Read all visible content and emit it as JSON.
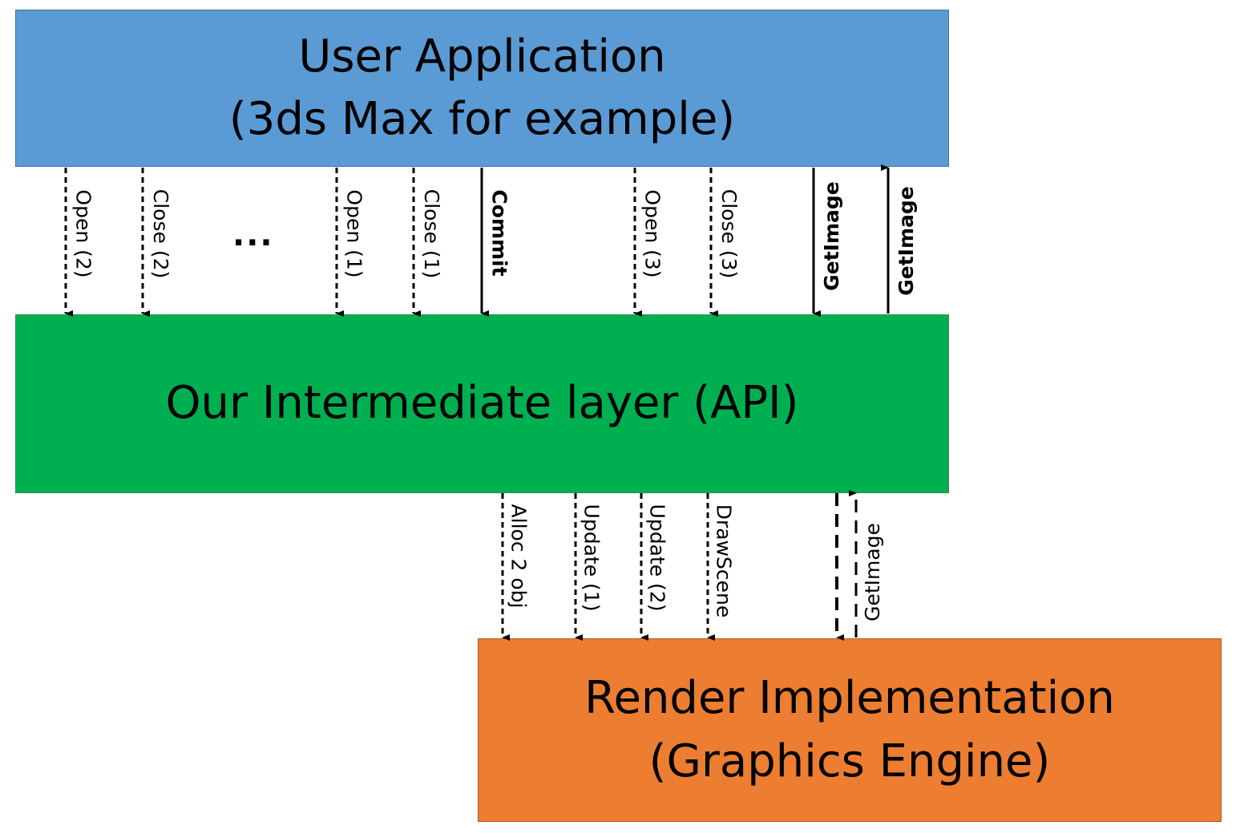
{
  "colors": {
    "user_application": "#5b9bd5",
    "intermediate_layer": "#00b050",
    "render_implementation": "#ed7d31",
    "arrow": "#000000"
  },
  "boxes": {
    "user_application": {
      "lines": [
        "User Application",
        "(3ds Max for example)"
      ]
    },
    "intermediate_layer": {
      "lines": [
        "Our Intermediate layer (API)"
      ]
    },
    "render_implementation": {
      "lines": [
        "Render Implementation",
        "(Graphics Engine)"
      ]
    }
  },
  "ellipsis": "...",
  "upper_calls": [
    {
      "label": "Open (2)",
      "style": "dashed",
      "direction": "down",
      "weight": "normal"
    },
    {
      "label": "Close (2)",
      "style": "dashed",
      "direction": "down",
      "weight": "normal"
    },
    {
      "label": "Open (1)",
      "style": "dashed",
      "direction": "down",
      "weight": "normal"
    },
    {
      "label": "Close (1)",
      "style": "dashed",
      "direction": "down",
      "weight": "normal"
    },
    {
      "label": "Commit",
      "style": "solid",
      "direction": "down",
      "weight": "bold"
    },
    {
      "label": "Open (3)",
      "style": "dashed",
      "direction": "down",
      "weight": "normal"
    },
    {
      "label": "Close (3)",
      "style": "dashed",
      "direction": "down",
      "weight": "normal"
    },
    {
      "label": "GetImage",
      "style": "solid",
      "direction": "down",
      "weight": "bold"
    },
    {
      "label": "GetImage",
      "style": "solid",
      "direction": "up",
      "weight": "bold"
    }
  ],
  "lower_calls": [
    {
      "label": "Alloc 2 obj",
      "style": "dashed",
      "direction": "down",
      "weight": "normal"
    },
    {
      "label": "Update (1)",
      "style": "dashed",
      "direction": "down",
      "weight": "normal"
    },
    {
      "label": "Update (2)",
      "style": "dashed",
      "direction": "down",
      "weight": "normal"
    },
    {
      "label": "DrawScene",
      "style": "dashed",
      "direction": "down",
      "weight": "normal"
    },
    {
      "label": "",
      "style": "dashed",
      "direction": "down",
      "weight": "normal"
    },
    {
      "label": "GetImage",
      "style": "dashed",
      "direction": "up",
      "weight": "normal"
    }
  ]
}
